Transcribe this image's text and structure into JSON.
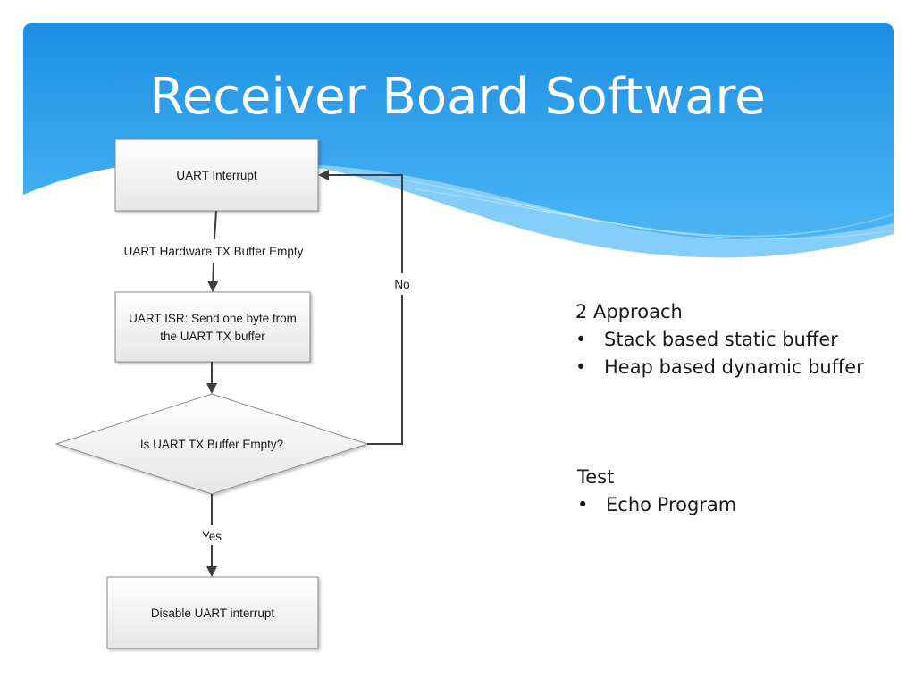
{
  "slide": {
    "title": "Receiver Board Software"
  },
  "colors": {
    "header_top": "#1c8fe4",
    "header_mid": "#4fb8f6",
    "header_light": "#8fd2fa",
    "box_fill_top": "#ffffff",
    "box_fill_bottom": "#e6e6e6",
    "box_stroke": "#8a8a8a",
    "arrow": "#3d3d3d"
  },
  "flowchart": {
    "nodes": {
      "uart_interrupt": {
        "lines": [
          "UART Interrupt"
        ]
      },
      "uart_isr": {
        "lines": [
          "UART ISR: Send one byte from",
          "the UART TX buffer"
        ]
      },
      "decision": {
        "lines": [
          "Is UART TX Buffer Empty?"
        ]
      },
      "disable": {
        "lines": [
          "Disable UART interrupt"
        ]
      }
    },
    "edges": {
      "to_isr": "UART Hardware TX Buffer Empty",
      "no_branch": "No",
      "yes_branch": "Yes"
    }
  },
  "approach": {
    "heading": "2 Approach",
    "items": [
      "Stack based static buffer",
      "Heap based dynamic buffer"
    ]
  },
  "test": {
    "heading": "Test",
    "items": [
      "Echo Program"
    ]
  },
  "bullet_glyph": "•"
}
